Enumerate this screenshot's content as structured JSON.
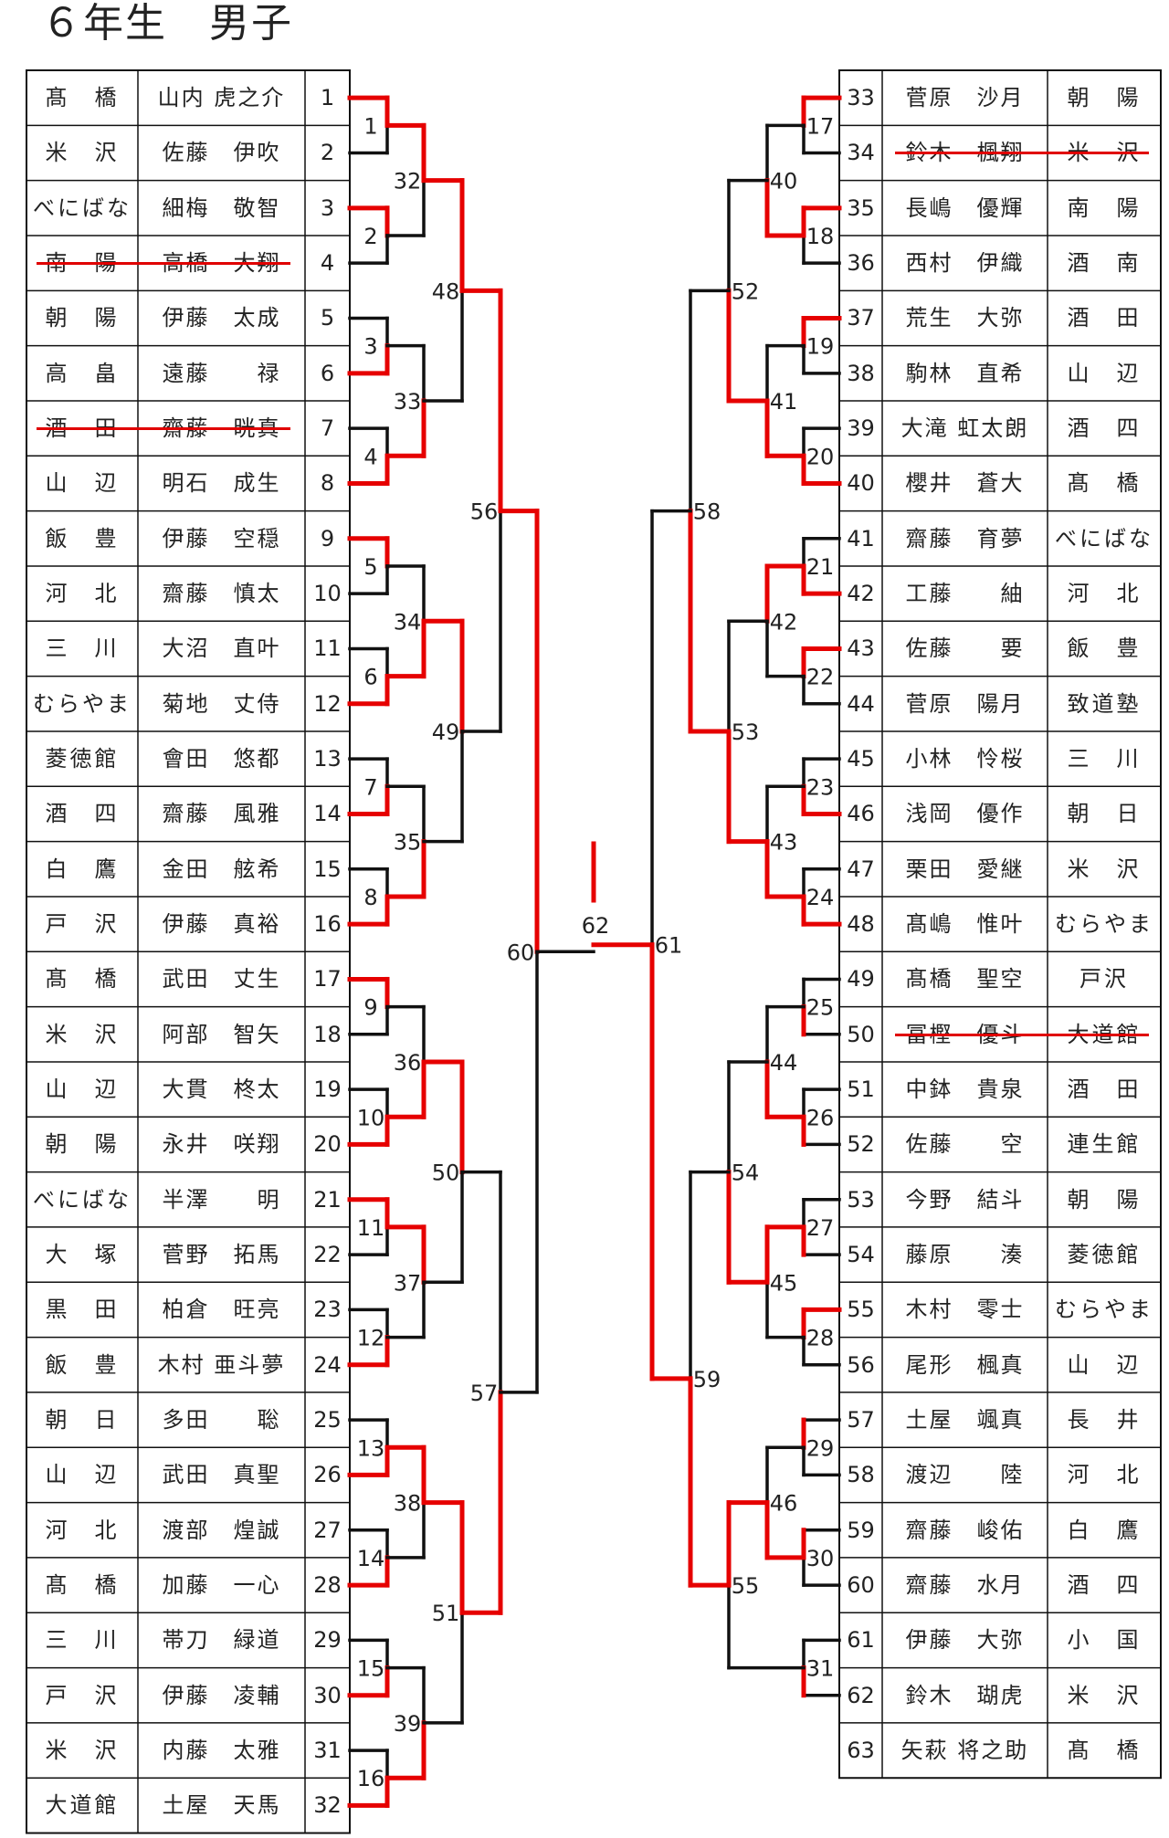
{
  "title": "６年生　男子",
  "colors": {
    "win": "#e60000",
    "line": "#111111",
    "strike": "#e00000"
  },
  "left_entries": [
    {
      "n": "1",
      "name": "山内 虎之介",
      "team": "髙　橋",
      "win": true
    },
    {
      "n": "2",
      "name": "佐藤　伊吹",
      "team": "米　沢",
      "win": false
    },
    {
      "n": "3",
      "name": "細梅　敬智",
      "team": "べにばな",
      "win": true
    },
    {
      "n": "4",
      "name": "高橋　大翔",
      "team": "南　陽",
      "win": false,
      "withdrawn": true
    },
    {
      "n": "5",
      "name": "伊藤　太成",
      "team": "朝　陽",
      "win": false
    },
    {
      "n": "6",
      "name": "遠藤　　禄",
      "team": "高　畠",
      "win": true
    },
    {
      "n": "7",
      "name": "齋藤　晄真",
      "team": "酒　田",
      "win": false,
      "withdrawn": true
    },
    {
      "n": "8",
      "name": "明石　成生",
      "team": "山　辺",
      "win": true
    },
    {
      "n": "9",
      "name": "伊藤　空穏",
      "team": "飯　豊",
      "win": true
    },
    {
      "n": "10",
      "name": "齋藤　慎太",
      "team": "河　北",
      "win": false
    },
    {
      "n": "11",
      "name": "大沼　直叶",
      "team": "三　川",
      "win": false
    },
    {
      "n": "12",
      "name": "菊地　丈侍",
      "team": "むらやま",
      "win": true
    },
    {
      "n": "13",
      "name": "會田　悠都",
      "team": "菱徳館",
      "win": false
    },
    {
      "n": "14",
      "name": "齋藤　風雅",
      "team": "酒　四",
      "win": true
    },
    {
      "n": "15",
      "name": "金田　舷希",
      "team": "白　鷹",
      "win": false
    },
    {
      "n": "16",
      "name": "伊藤　真裕",
      "team": "戸　沢",
      "win": true
    },
    {
      "n": "17",
      "name": "武田　丈生",
      "team": "髙　橋",
      "win": true
    },
    {
      "n": "18",
      "name": "阿部　智矢",
      "team": "米　沢",
      "win": false
    },
    {
      "n": "19",
      "name": "大貫　柊太",
      "team": "山　辺",
      "win": false
    },
    {
      "n": "20",
      "name": "永井　咲翔",
      "team": "朝　陽",
      "win": true
    },
    {
      "n": "21",
      "name": "半澤　　明",
      "team": "べにばな",
      "win": true
    },
    {
      "n": "22",
      "name": "菅野　拓馬",
      "team": "大　塚",
      "win": false
    },
    {
      "n": "23",
      "name": "柏倉　旺亮",
      "team": "黒　田",
      "win": false
    },
    {
      "n": "24",
      "name": "木村 亜斗夢",
      "team": "飯　豊",
      "win": true
    },
    {
      "n": "25",
      "name": "多田　　聡",
      "team": "朝　日",
      "win": false
    },
    {
      "n": "26",
      "name": "武田　真聖",
      "team": "山　辺",
      "win": true
    },
    {
      "n": "27",
      "name": "渡部　煌誠",
      "team": "河　北",
      "win": false
    },
    {
      "n": "28",
      "name": "加藤　一心",
      "team": "髙　橋",
      "win": true
    },
    {
      "n": "29",
      "name": "帯刀　緑道",
      "team": "三　川",
      "win": false
    },
    {
      "n": "30",
      "name": "伊藤　凌輔",
      "team": "戸　沢",
      "win": true
    },
    {
      "n": "31",
      "name": "内藤　太雅",
      "team": "米　沢",
      "win": false
    },
    {
      "n": "32",
      "name": "土屋　天馬",
      "team": "大道館",
      "win": true
    }
  ],
  "right_entries": [
    {
      "n": "33",
      "name": "菅原　沙月",
      "team": "朝　陽",
      "win": true
    },
    {
      "n": "34",
      "name": "鈴木　楓翔",
      "team": "米　沢",
      "win": false,
      "withdrawn": true
    },
    {
      "n": "35",
      "name": "長嶋　優輝",
      "team": "南　陽",
      "win": true
    },
    {
      "n": "36",
      "name": "西村　伊織",
      "team": "酒　南",
      "win": false
    },
    {
      "n": "37",
      "name": "荒生　大弥",
      "team": "酒　田",
      "win": true
    },
    {
      "n": "38",
      "name": "駒林　直希",
      "team": "山　辺",
      "win": false
    },
    {
      "n": "39",
      "name": "大滝 虹太朗",
      "team": "酒　四",
      "win": false
    },
    {
      "n": "40",
      "name": "櫻井　蒼大",
      "team": "髙　橋",
      "win": true
    },
    {
      "n": "41",
      "name": "齋藤　育夢",
      "team": "べにばな",
      "win": false
    },
    {
      "n": "42",
      "name": "工藤　　紬",
      "team": "河　北",
      "win": true
    },
    {
      "n": "43",
      "name": "佐藤　　要",
      "team": "飯　豊",
      "win": true
    },
    {
      "n": "44",
      "name": "菅原　陽月",
      "team": "致道塾",
      "win": false
    },
    {
      "n": "45",
      "name": "小林　怜桜",
      "team": "三　川",
      "win": false
    },
    {
      "n": "46",
      "name": "浅岡　優作",
      "team": "朝　日",
      "win": true
    },
    {
      "n": "47",
      "name": "栗田　愛継",
      "team": "米　沢",
      "win": false
    },
    {
      "n": "48",
      "name": "髙嶋　惟叶",
      "team": "むらやま",
      "win": true
    },
    {
      "n": "49",
      "name": "髙橋　聖空",
      "team": "戸沢",
      "win": true
    },
    {
      "n": "50",
      "name": "冨樫　優斗",
      "team": "大道館",
      "win": false,
      "withdrawn": true
    },
    {
      "n": "51",
      "name": "中鉢　貴泉",
      "team": "酒　田",
      "win": true
    },
    {
      "n": "52",
      "name": "佐藤　　空",
      "team": "連生館",
      "win": false
    },
    {
      "n": "53",
      "name": "今野　結斗",
      "team": "朝　陽",
      "win": true
    },
    {
      "n": "54",
      "name": "藤原　　湊",
      "team": "菱徳館",
      "win": false
    },
    {
      "n": "55",
      "name": "木村　零士",
      "team": "むらやま",
      "win": true
    },
    {
      "n": "56",
      "name": "尾形　楓真",
      "team": "山　辺",
      "win": true
    },
    {
      "n": "57",
      "name": "土屋　颯真",
      "team": "長　井",
      "win": false
    },
    {
      "n": "58",
      "name": "渡辺　　陸",
      "team": "河　北",
      "win": true
    },
    {
      "n": "59",
      "name": "齋藤　峻佑",
      "team": "白　鷹",
      "win": false
    },
    {
      "n": "60",
      "name": "齋藤　水月",
      "team": "酒　四",
      "win": true
    },
    {
      "n": "61",
      "name": "伊藤　大弥",
      "team": "小　国",
      "win": false
    },
    {
      "n": "62",
      "name": "鈴木　瑚虎",
      "team": "米　沢",
      "win": false
    },
    {
      "n": "63",
      "name": "矢萩 将之助",
      "team": "髙　橋",
      "win": true
    }
  ],
  "left_rounds": [
    [
      {
        "label": "1",
        "win": "top"
      },
      {
        "label": "2",
        "win": "top"
      },
      {
        "label": "3",
        "win": "bottom"
      },
      {
        "label": "4",
        "win": "bottom"
      },
      {
        "label": "5",
        "win": "top"
      },
      {
        "label": "6",
        "win": "bottom"
      },
      {
        "label": "7",
        "win": "bottom"
      },
      {
        "label": "8",
        "win": "bottom"
      },
      {
        "label": "9",
        "win": "top"
      },
      {
        "label": "10",
        "win": "bottom"
      },
      {
        "label": "11",
        "win": "top"
      },
      {
        "label": "12",
        "win": "bottom"
      },
      {
        "label": "13",
        "win": "bottom"
      },
      {
        "label": "14",
        "win": "bottom"
      },
      {
        "label": "15",
        "win": "bottom"
      },
      {
        "label": "16",
        "win": "bottom"
      }
    ],
    [
      {
        "label": "32",
        "win": "top"
      },
      {
        "label": "33",
        "win": "bottom"
      },
      {
        "label": "34",
        "win": "bottom"
      },
      {
        "label": "35",
        "win": "bottom"
      },
      {
        "label": "36",
        "win": "bottom"
      },
      {
        "label": "37",
        "win": "top"
      },
      {
        "label": "38",
        "win": "top"
      },
      {
        "label": "39",
        "win": "bottom"
      }
    ],
    [
      {
        "label": "48",
        "win": "top"
      },
      {
        "label": "49",
        "win": "top"
      },
      {
        "label": "50",
        "win": "top"
      },
      {
        "label": "51",
        "win": "top"
      }
    ],
    [
      {
        "label": "56",
        "win": "top"
      },
      {
        "label": "57",
        "win": "bottom"
      }
    ],
    [
      {
        "label": "60",
        "win": "top"
      }
    ]
  ],
  "right_rounds": [
    [
      {
        "label": "17",
        "win": "top"
      },
      {
        "label": "18",
        "win": "top"
      },
      {
        "label": "19",
        "win": "top"
      },
      {
        "label": "20",
        "win": "bottom"
      },
      {
        "label": "21",
        "win": "bottom"
      },
      {
        "label": "22",
        "win": "top"
      },
      {
        "label": "23",
        "win": "bottom"
      },
      {
        "label": "24",
        "win": "bottom"
      },
      {
        "label": "25",
        "win": "bottom"
      },
      {
        "label": "26",
        "win": "bottom"
      },
      {
        "label": "27",
        "win": "bottom"
      },
      {
        "label": "28",
        "win": "top"
      },
      {
        "label": "29",
        "win": "top"
      },
      {
        "label": "30",
        "win": "top"
      },
      {
        "label": "31",
        "win": "bottom"
      }
    ],
    [
      {
        "label": "40",
        "win": "bottom"
      },
      {
        "label": "41",
        "win": "bottom"
      },
      {
        "label": "42",
        "win": "top"
      },
      {
        "label": "43",
        "win": "bottom"
      },
      {
        "label": "44",
        "win": "bottom"
      },
      {
        "label": "45",
        "win": "top"
      },
      {
        "label": "46",
        "win": "bottom"
      },
      {
        "label": "47",
        "win": "top"
      }
    ],
    [
      {
        "label": "52",
        "win": "bottom"
      },
      {
        "label": "53",
        "win": "bottom"
      },
      {
        "label": "54",
        "win": "bottom"
      },
      {
        "label": "55",
        "win": "top"
      }
    ],
    [
      {
        "label": "58",
        "win": "bottom"
      },
      {
        "label": "59",
        "win": "bottom"
      }
    ],
    [
      {
        "label": "61",
        "win": "bottom"
      }
    ]
  ],
  "final": {
    "label": "62",
    "win": "right"
  }
}
